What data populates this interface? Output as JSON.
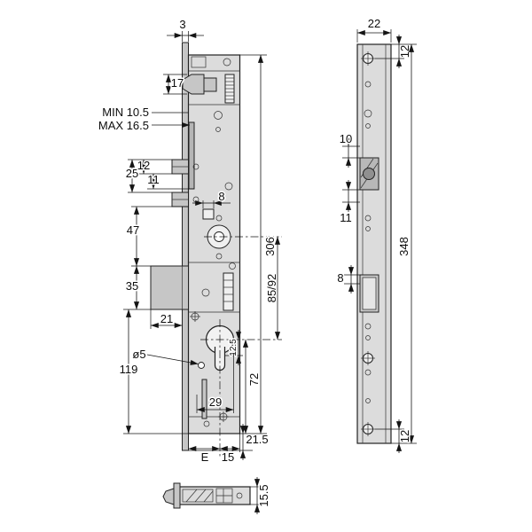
{
  "main": {
    "dims": {
      "faceplate_thickness": "3",
      "latch": "17",
      "adjust_min": "MIN 10.5",
      "adjust_max": "MAX 16.5",
      "hook_pitch": "25",
      "hook_a": "12",
      "hook_b": "11",
      "mid_span": "47",
      "deadbolt_height": "35",
      "deadbolt_throw": "21",
      "lower_span": "119",
      "hole_dia": "ø5",
      "notch": "8",
      "case_height": "306",
      "axis_distance": "85/92",
      "cyl_offset": "12.5",
      "cyl_bottom": "72",
      "cyl_width": "29",
      "plate_overhang": "21.5",
      "backset": "E",
      "axis_edge": "15"
    }
  },
  "faceplate": {
    "dims": {
      "width": "22",
      "top_hole": "12",
      "latch_top": "10",
      "latch_bottom": "11",
      "bolt_slot": "8",
      "height": "348",
      "bottom_hole": "12"
    }
  },
  "bottom": {
    "dims": {
      "thickness": "15.5"
    }
  }
}
